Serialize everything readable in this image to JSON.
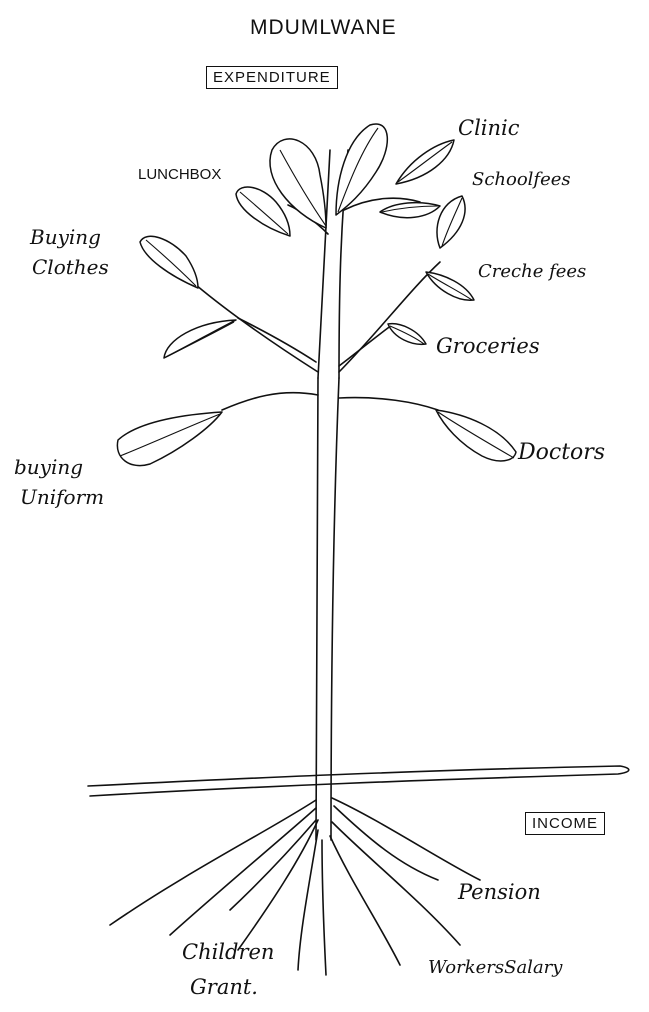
{
  "title": "MDUMLWANE",
  "boxes": {
    "expenditure": "EXPENDITURE",
    "income": "INCOME"
  },
  "leaves": {
    "clinic": "Clinic",
    "lunchbox": "LUNCHBOX",
    "school_fees": "Schoolfees",
    "creche_fees": "Creche fees",
    "buying_clothes_line1": "Buying",
    "buying_clothes_line2": "Clothes",
    "groceries": "Groceries",
    "buying_uniform_line1": "buying",
    "buying_uniform_line2": "Uniform",
    "doctors": "Doctors"
  },
  "roots": {
    "pension": "Pension",
    "children_grant_line1": "Children",
    "children_grant_line2": "Grant.",
    "workers_salary": "WorkersSalary"
  }
}
